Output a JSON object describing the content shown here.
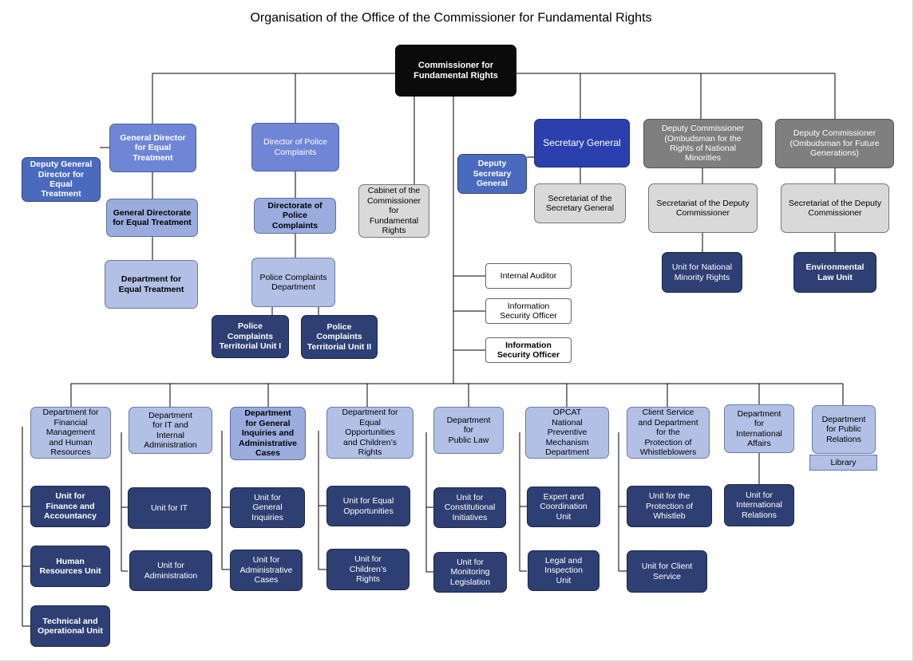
{
  "title": "Organisation of the Office of the Commissioner for Fundamental Rights",
  "nodes": {
    "commissioner": "Commissioner for\nFundamental Rights",
    "gd_equal": "General Director\nfor Equal\nTreatment",
    "deputy_gd_equal": "Deputy General\nDirector for\nEqual\nTreatment",
    "gen_directorate_equal": "General Directorate\nfor Equal Treatment",
    "dept_equal": "Department for\nEqual Treatment",
    "director_police": "Director of Police\nComplaints",
    "directorate_police": "Directorate of\nPolice\nComplaints",
    "police_dept": "Police Complaints\nDepartment",
    "police_unit_1": "Police Complaints\nTerritorial Unit I",
    "police_unit_2": "Police Complaints\nTerritorial Unit II",
    "cabinet": "Cabinet of the\nCommissioner\nfor\nFundamental\nRights",
    "internal_auditor": "Internal Auditor",
    "info_sec_1": "Information\nSecurity Officer",
    "info_sec_2": "Information\nSecurity Officer",
    "secretary_general": "Secretary General",
    "deputy_sg": "Deputy\nSecretary\nGeneral",
    "secretariat_sg": "Secretariat of the\nSecretary General",
    "deputy_comm_minorities": "Deputy Commissioner\n(Ombudsman for the\nRights of National\nMinorities",
    "secretariat_deputy_1": "Secretariat of the Deputy\nCommissioner",
    "unit_minority_rights": "Unit for National\nMinority Rights",
    "deputy_comm_future": "Deputy Commissioner\n(Ombudsman for Future\nGenerations)",
    "secretariat_deputy_2": "Secretariat of the Deputy\nCommissioner",
    "env_law_unit": "Environmental\nLaw Unit",
    "dept_finance": "Department for\nFinancial\nManagement\nand Human\nResources",
    "unit_finance": "Unit for\nFinance and\nAccountancy",
    "unit_hr": "Human\nResources Unit",
    "unit_tech": "Technical and\nOperational Unit",
    "dept_it": "Department\nfor IT and\nInternal\nAdministration",
    "unit_it": "Unit for IT",
    "unit_admin": "Unit for\nAdministration",
    "dept_inquiries": "Department\nfor General\nInquiries and\nAdministrative\nCases",
    "unit_inquiries": "Unit for\nGeneral\nInquiries",
    "unit_admin_cases": "Unit for\nAdministrative\nCases",
    "dept_equal_opp": "Department for\nEqual\nOpportunities\nand Children’s\nRights",
    "unit_equal_opp": "Unit for Equal\nOpportunities",
    "unit_children": "Unit for\nChildren’s\nRights",
    "dept_public_law": "Department\nfor\nPublic Law",
    "unit_constitutional": "Unit for\nConstitutional\nInitiatives",
    "unit_monitoring": "Unit for\nMonitoring\nLegislation",
    "dept_opcat": "OPCAT\nNational\nPreventive\nMechanism\nDepartment",
    "unit_expert": "Expert and\nCoordination\nUnit",
    "unit_legal": "Legal and\nInspection\nUnit",
    "dept_client": "Client Service\nand Department\nfor the\nProtection of\nWhistleblowers",
    "unit_whistle": "Unit for the\nProtection of\nWhistleb",
    "unit_client": "Unit for Client\nService",
    "dept_intl": "Department\nfor\nInternational\nAffairs",
    "unit_intl": "Unit for\nInternational\nRelations",
    "dept_pr": "Department\nfor Public\nRelations",
    "library": "Library"
  }
}
